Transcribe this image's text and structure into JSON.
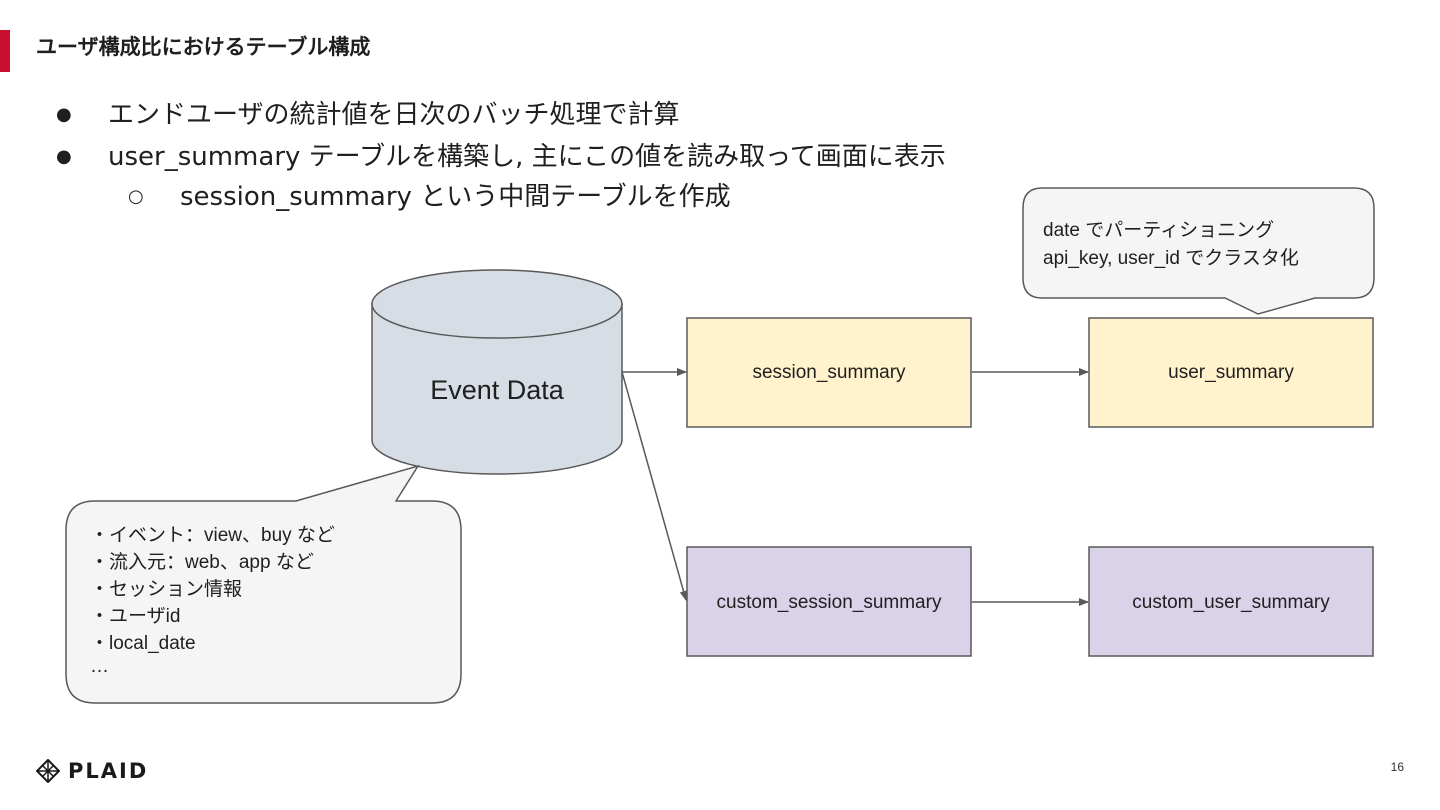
{
  "slide": {
    "title": "ユーザ構成比におけるテーブル構成",
    "page_number": "16",
    "logo_text": "PLAID"
  },
  "colors": {
    "accent": "#c8102e",
    "cylinder_fill": "#d7dde4",
    "yellow_fill": "#fff2cc",
    "purple_fill": "#d9d2e9",
    "callout_fill": "#f5f5f5",
    "stroke": "#595959"
  },
  "bullets": [
    {
      "mark": "●",
      "text": "エンドユーザの統計値を日次のバッチ処理で計算"
    },
    {
      "mark": "●",
      "text": "user_summary テーブルを構築し, 主にこの値を読み取って画面に表示"
    },
    {
      "mark": "○",
      "text": "session_summary という中間テーブルを作成"
    }
  ],
  "diagram": {
    "source": {
      "label": "Event Data"
    },
    "tables": {
      "session_summary": "session_summary",
      "user_summary": "user_summary",
      "custom_session_summary": "custom_session_summary",
      "custom_user_summary": "custom_user_summary"
    },
    "top_callout": {
      "lines": [
        "date でパーティショニング",
        "api_key, user_id でクラスタ化"
      ]
    },
    "bottom_callout": {
      "lines": [
        "・イベント：view、buy など",
        "・流入元：web、app など",
        "・セッション情報",
        "・ユーザid",
        "・local_date",
        "…"
      ]
    }
  }
}
